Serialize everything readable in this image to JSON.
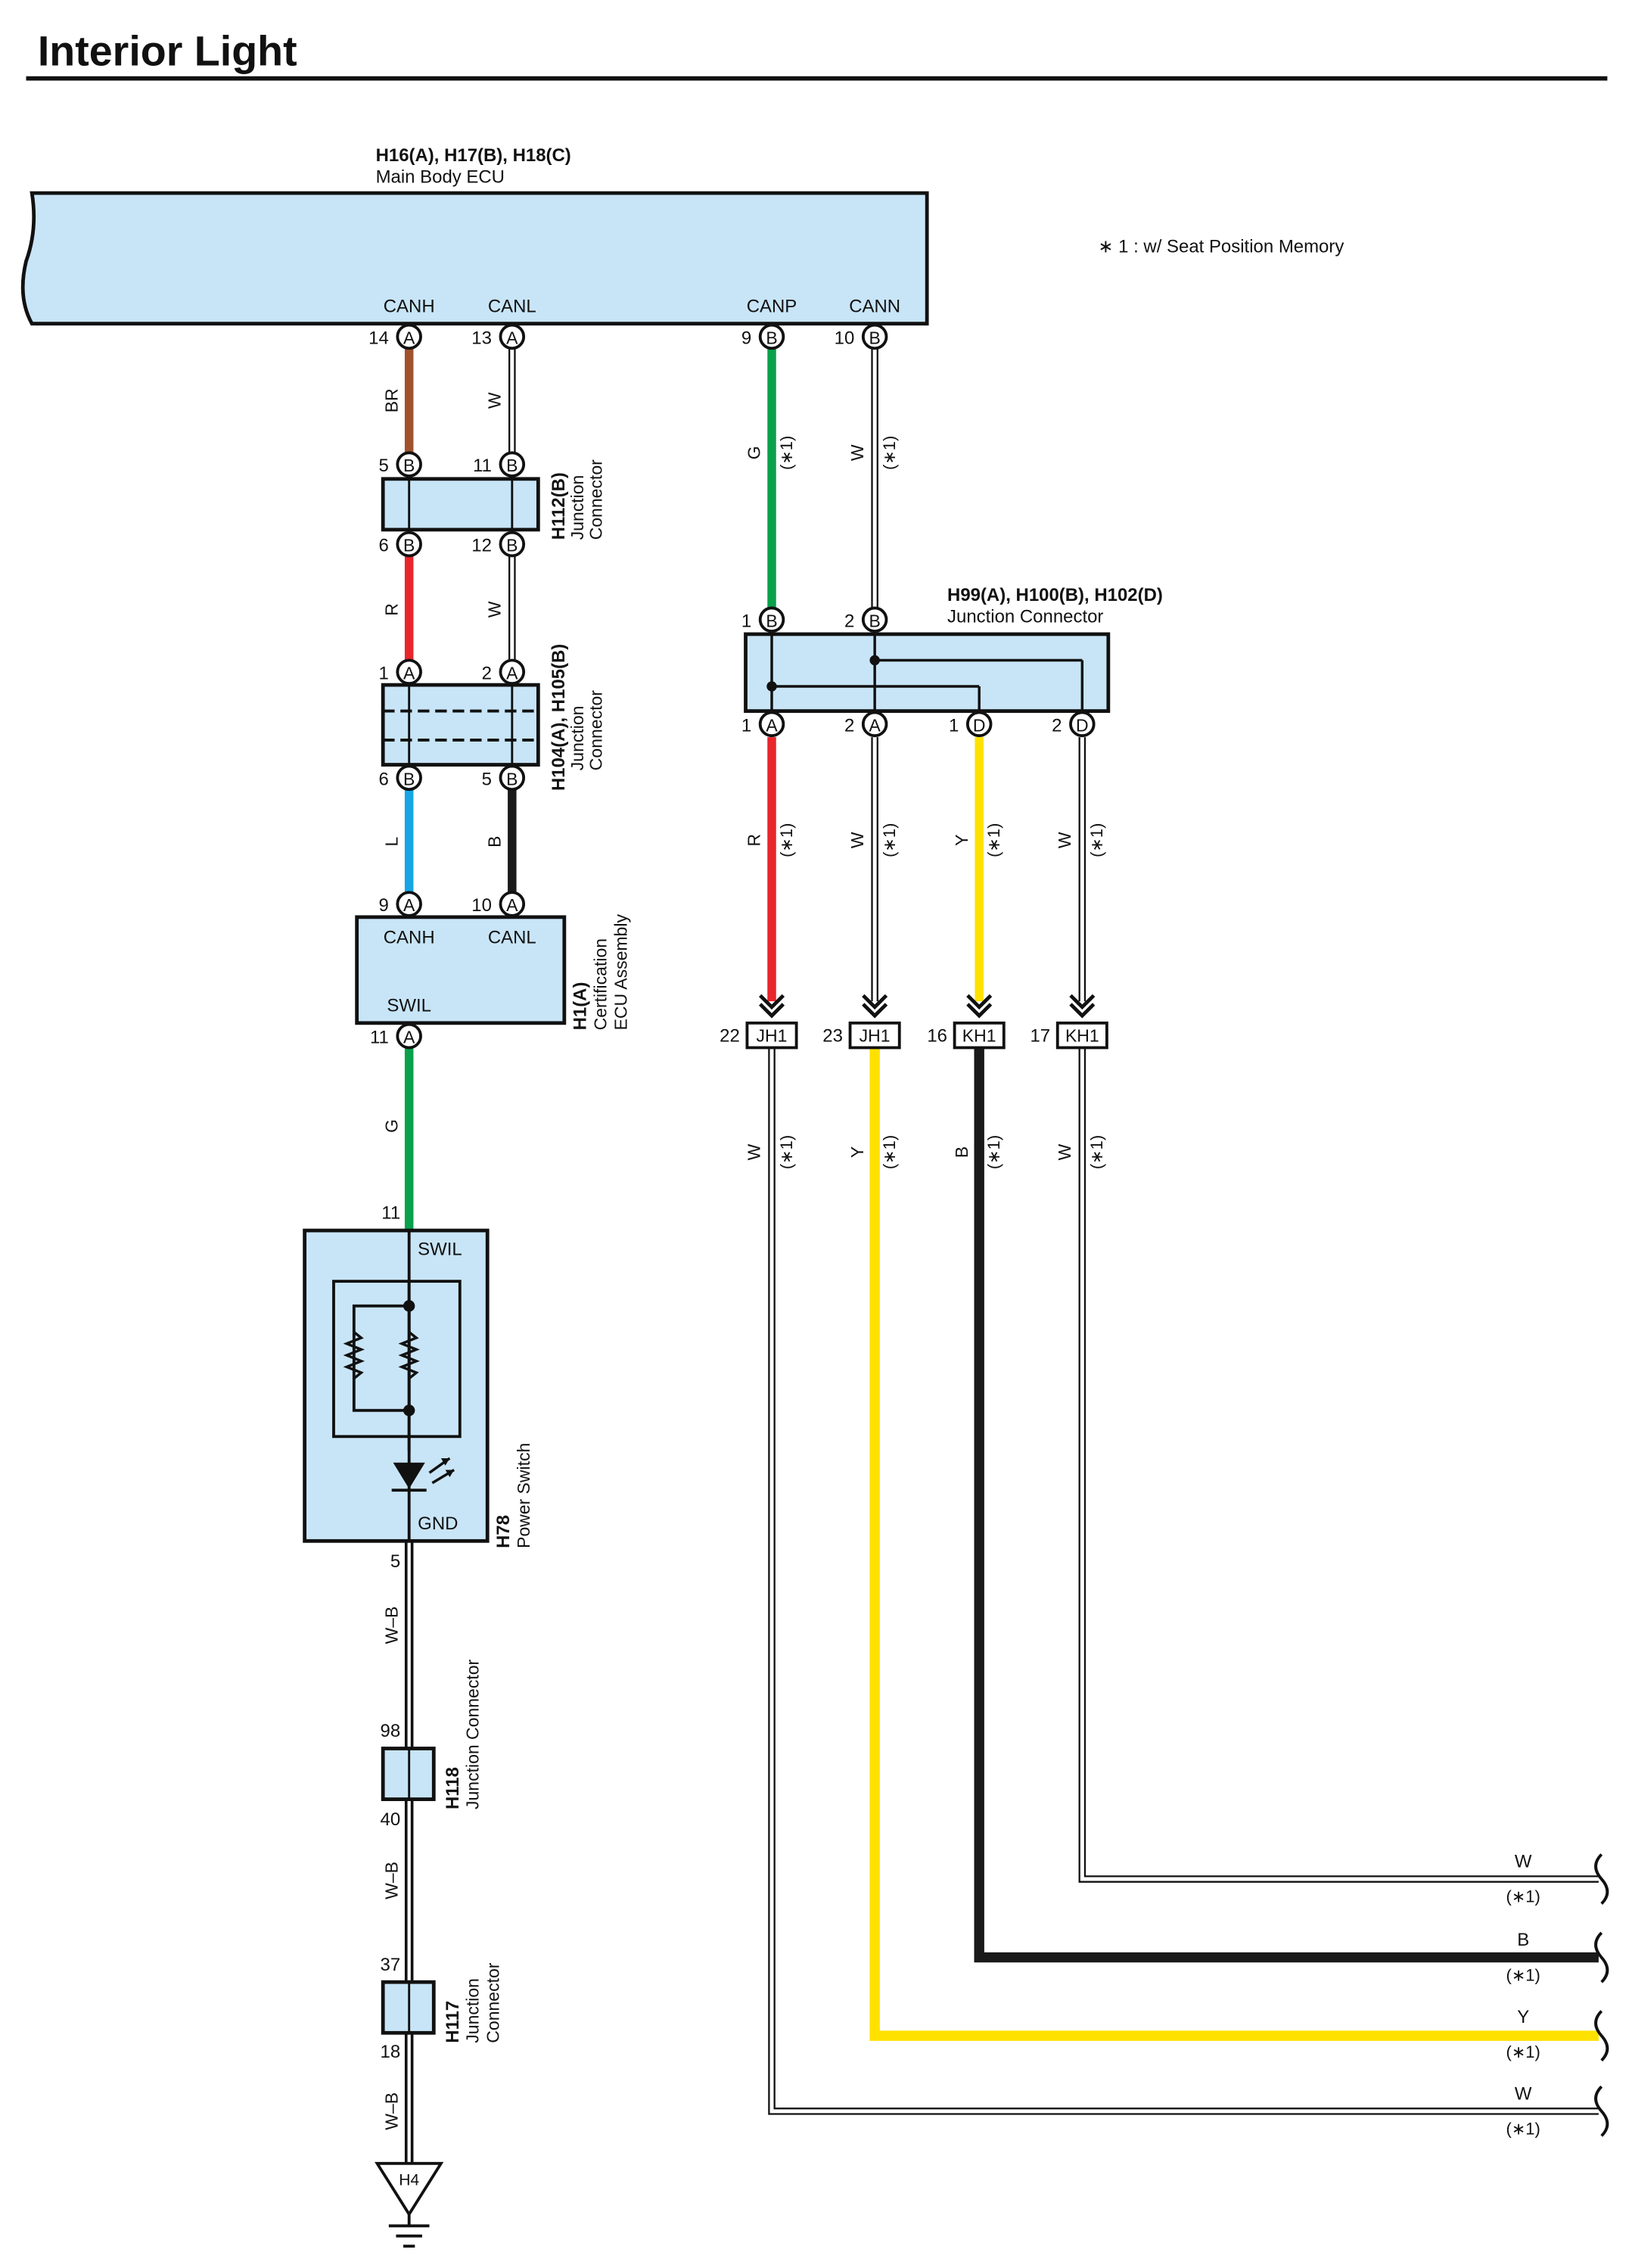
{
  "title": "Interior Light",
  "note": "∗ 1 : w/ Seat Position Memory",
  "colors": {
    "body_fill": "#c8e5f7",
    "brown": "#a0522d",
    "red": "#e8262b",
    "blue": "#17a5e6",
    "green": "#0aa14b",
    "yellow": "#ffe100",
    "black": "#1a1a1a",
    "white_wire": "#ffffff"
  },
  "main_ecu": {
    "code": "H16(A), H17(B), H18(C)",
    "name": "Main Body ECU",
    "terminals": [
      "CANH",
      "CANL",
      "CANP",
      "CANN"
    ],
    "pins": [
      {
        "num": "14",
        "conn": "A"
      },
      {
        "num": "13",
        "conn": "A"
      },
      {
        "num": "9",
        "conn": "B"
      },
      {
        "num": "10",
        "conn": "B"
      }
    ]
  },
  "h112": {
    "code": "H112(B)",
    "name_lines": [
      "Junction",
      "Connector"
    ],
    "pins_top": [
      {
        "num": "5",
        "conn": "B"
      },
      {
        "num": "11",
        "conn": "B"
      }
    ],
    "pins_bottom": [
      {
        "num": "6",
        "conn": "B"
      },
      {
        "num": "12",
        "conn": "B"
      }
    ]
  },
  "h104": {
    "code": "H104(A), H105(B)",
    "name_lines": [
      "Junction",
      "Connector"
    ],
    "pins_top": [
      {
        "num": "1",
        "conn": "A"
      },
      {
        "num": "2",
        "conn": "A"
      }
    ],
    "pins_bottom": [
      {
        "num": "6",
        "conn": "B"
      },
      {
        "num": "5",
        "conn": "B"
      }
    ]
  },
  "h1": {
    "code": "H1(A)",
    "name_lines": [
      "Certification",
      "ECU Assembly"
    ],
    "terminals": [
      "CANH",
      "CANL",
      "SWIL"
    ],
    "pins_top": [
      {
        "num": "9",
        "conn": "A"
      },
      {
        "num": "10",
        "conn": "A"
      }
    ],
    "pin_bottom": {
      "num": "11",
      "conn": "A"
    }
  },
  "h78": {
    "code": "H78",
    "name": "Power Switch",
    "terminals": [
      "SWIL",
      "GND"
    ],
    "pin_top": "11",
    "pin_bottom": "5"
  },
  "h118": {
    "code": "H118",
    "name": "Junction Connector",
    "pin_top": "98",
    "pin_bottom": "40"
  },
  "h117": {
    "code": "H117",
    "name_lines": [
      "Junction",
      "Connector"
    ],
    "pin_top": "37",
    "pin_bottom": "18"
  },
  "ground": {
    "label": "H4"
  },
  "h99": {
    "code": "H99(A), H100(B), H102(D)",
    "name": "Junction Connector",
    "pins_top": [
      {
        "num": "1",
        "conn": "B"
      },
      {
        "num": "2",
        "conn": "B"
      }
    ],
    "pins_bottom": [
      {
        "num": "1",
        "conn": "A"
      },
      {
        "num": "2",
        "conn": "A"
      },
      {
        "num": "1",
        "conn": "D"
      },
      {
        "num": "2",
        "conn": "D"
      }
    ]
  },
  "inline_connectors": [
    {
      "pin": "22",
      "code": "JH1"
    },
    {
      "pin": "23",
      "code": "JH1"
    },
    {
      "pin": "16",
      "code": "KH1"
    },
    {
      "pin": "17",
      "code": "KH1"
    }
  ],
  "wire_labels": {
    "main_to_h112": [
      "BR",
      "W"
    ],
    "canp_cann": [
      "G",
      "W"
    ],
    "h112_to_h104": [
      "R",
      "W"
    ],
    "h104_to_h1": [
      "L",
      "B"
    ],
    "h99_out": [
      "R",
      "W",
      "Y",
      "W"
    ],
    "h1_to_h78": "G",
    "inline_out": [
      "W",
      "Y",
      "B",
      "W"
    ],
    "ground_runs": [
      "W–B",
      "W–B",
      "W–B"
    ],
    "cond": "(∗1)"
  },
  "right_exits": [
    {
      "color": "W",
      "cond": "(∗1)"
    },
    {
      "color": "B",
      "cond": "(∗1)"
    },
    {
      "color": "Y",
      "cond": "(∗1)"
    },
    {
      "color": "W",
      "cond": "(∗1)"
    }
  ]
}
